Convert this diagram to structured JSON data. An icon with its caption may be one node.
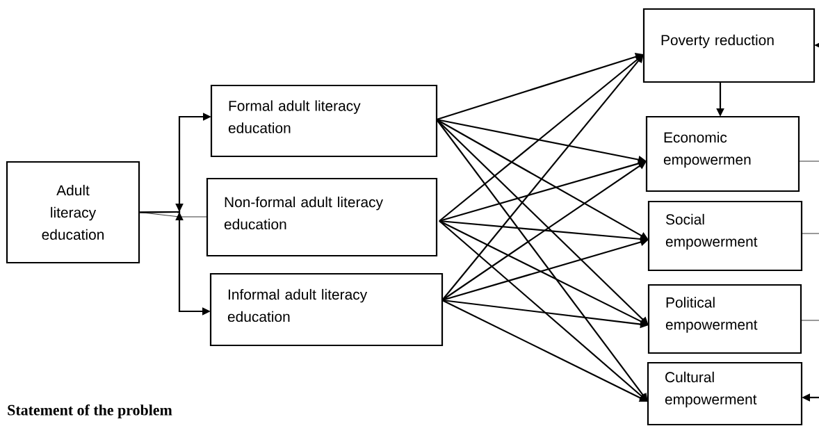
{
  "diagram": {
    "nodes": [
      {
        "text": [
          "Adult literacy education"
        ]
      },
      {
        "text": [
          "Formal adult literacy education"
        ]
      },
      {
        "text": [
          "Non-formal adult literacy education"
        ]
      },
      {
        "text": [
          "Informal adult literacy education"
        ]
      },
      {
        "text": [
          "Poverty reduction"
        ]
      },
      {
        "text": [
          "Economic empowermen"
        ]
      },
      {
        "text": [
          "Social empowerment"
        ]
      },
      {
        "text": [
          "Political empowerment"
        ]
      },
      {
        "text": [
          "Cultural empowerment"
        ]
      }
    ],
    "edges": [
      {
        "from": 0,
        "to": 1,
        "arrow": "to"
      },
      {
        "from": 0,
        "to": 2,
        "arrow": "none"
      },
      {
        "from": 0,
        "to": 3,
        "arrow": "to"
      },
      {
        "from": 1,
        "to": 4,
        "arrow": "to"
      },
      {
        "from": 1,
        "to": 5,
        "arrow": "to"
      },
      {
        "from": 1,
        "to": 6,
        "arrow": "to"
      },
      {
        "from": 1,
        "to": 7,
        "arrow": "to"
      },
      {
        "from": 1,
        "to": 8,
        "arrow": "to"
      },
      {
        "from": 2,
        "to": 4,
        "arrow": "to"
      },
      {
        "from": 2,
        "to": 5,
        "arrow": "to"
      },
      {
        "from": 2,
        "to": 6,
        "arrow": "to"
      },
      {
        "from": 2,
        "to": 7,
        "arrow": "to"
      },
      {
        "from": 2,
        "to": 8,
        "arrow": "to"
      },
      {
        "from": 3,
        "to": 4,
        "arrow": "to"
      },
      {
        "from": 3,
        "to": 5,
        "arrow": "to"
      },
      {
        "from": 3,
        "to": 6,
        "arrow": "to"
      },
      {
        "from": 3,
        "to": 7,
        "arrow": "to"
      },
      {
        "from": 3,
        "to": 8,
        "arrow": "to"
      },
      {
        "from": 4,
        "to": 5,
        "arrow": "to"
      },
      {
        "from": null,
        "to": 4,
        "arrow": "to"
      },
      {
        "from": null,
        "to": 5,
        "arrow": "none"
      },
      {
        "from": null,
        "to": 6,
        "arrow": "none"
      },
      {
        "from": null,
        "to": 7,
        "arrow": "none"
      },
      {
        "from": null,
        "to": 8,
        "arrow": "to"
      }
    ],
    "labels": [
      "Statement of the problem"
    ]
  }
}
